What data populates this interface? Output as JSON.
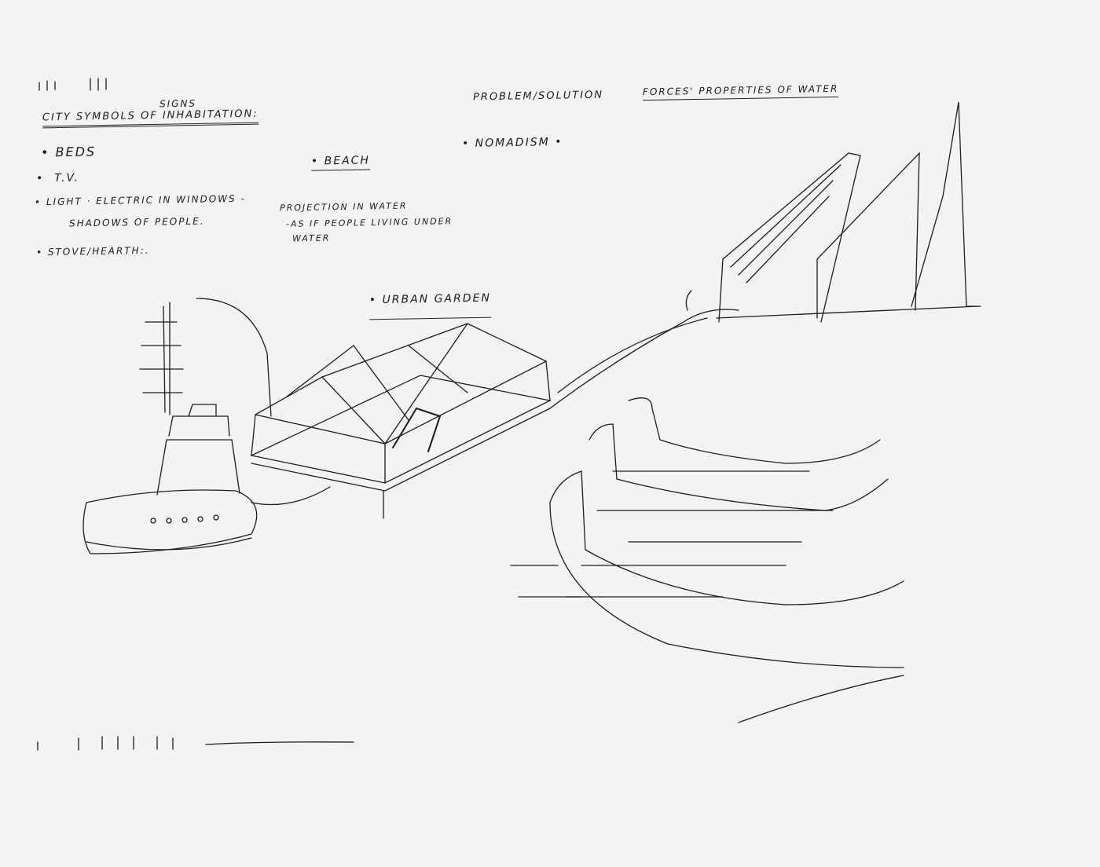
{
  "notes": {
    "heading": "City symbols of inhabitation:",
    "heading_insert": "Signs",
    "items": [
      "Beds",
      "T.V.",
      "Light · electric in windows -",
      "Shadows of people.",
      "Stove/Hearth:."
    ],
    "problem_solution": "Problem/Solution",
    "forces": "Forces' properties of water",
    "nomadism": "• Nomadism •",
    "beach": "• Beach",
    "projection_1": "Projection in water",
    "projection_2": "-as if people living under",
    "projection_3": "water",
    "urban_garden": "• Urban Garden"
  },
  "colors": {
    "paper": "#f3f3f5",
    "ink": "#1c1c1c"
  }
}
